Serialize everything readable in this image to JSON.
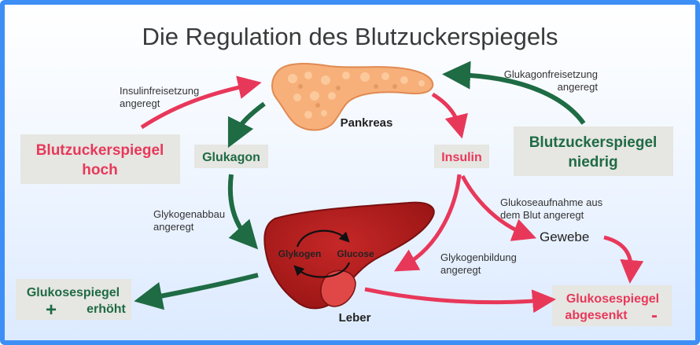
{
  "title": "Die Regulation des Blutzuckerspiegels",
  "colors": {
    "frame": "#3d8ff5",
    "green": "#1e6b44",
    "red": "#e8385a",
    "box": "#e6e6e2",
    "liver": "#b82020",
    "pancreas": "#f6b07a"
  },
  "organs": {
    "pancreas": "Pankreas",
    "liver": "Leber",
    "liver_left": "Glykogen",
    "liver_right": "Glucose"
  },
  "hormones": {
    "glucagon": "Glukagon",
    "insulin": "Insulin"
  },
  "states": {
    "high_line1": "Blutzuckerspiegel",
    "high_line2": "hoch",
    "low_line1": "Blutzuckerspiegel",
    "low_line2": "niedrig",
    "raised_line1": "Glukosespiegel",
    "raised_line2": "erhöht",
    "raised_sign": "+",
    "lowered_line1": "Glukosespiegel",
    "lowered_line2": "abgesenkt",
    "lowered_sign": "-"
  },
  "labels": {
    "insulin_release_1": "Insulinfreisetzung",
    "insulin_release_2": "angeregt",
    "glucagon_release_1": "Glukagonfreisetzung",
    "glucagon_release_2": "angeregt",
    "glycogenolysis_1": "Glykogenabbau",
    "glycogenolysis_2": "angeregt",
    "uptake_1": "Glukoseaufnahme aus",
    "uptake_2": "dem Blut angeregt",
    "tissue": "Gewebe",
    "glycogenesis_1": "Glykogenbildung",
    "glycogenesis_2": "angeregt"
  }
}
